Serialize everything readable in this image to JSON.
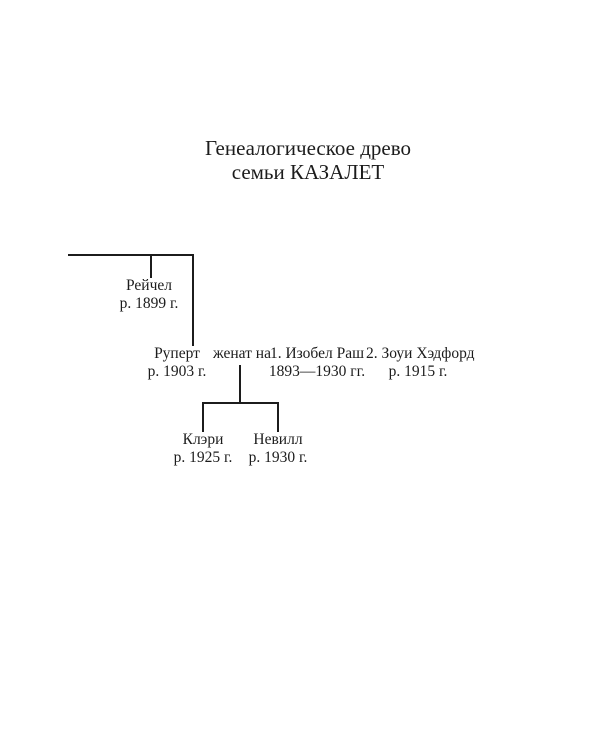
{
  "page": {
    "title": {
      "line1": "Генеалогическое древо",
      "line2": "семьи КАЗАЛЕТ"
    }
  },
  "tree": {
    "rachel": {
      "name": "Рейчел",
      "dates": "р. 1899 г."
    },
    "rupert": {
      "name": "Руперт",
      "dates": "р. 1903 г."
    },
    "married_label": "женат на",
    "wife1": {
      "name": "1. Изобел Раш",
      "dates": "1893—1930 гг."
    },
    "wife2": {
      "name": "2. Зоуи Хэдфорд",
      "dates": "р. 1915 г."
    },
    "clary": {
      "name": "Клэри",
      "dates": "р. 1925 г."
    },
    "neville": {
      "name": "Невилл",
      "dates": "р. 1930 г."
    }
  },
  "colors": {
    "background": "#ffffff",
    "text": "#1c1c1c",
    "line": "#1c1c1c"
  }
}
